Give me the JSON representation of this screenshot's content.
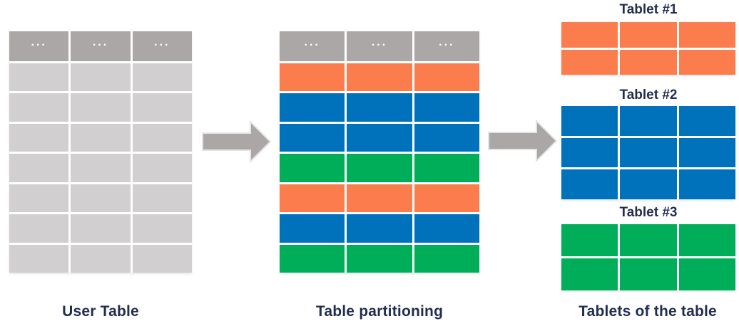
{
  "colors": {
    "background": "#ffffff",
    "header_gray": "#aba7a7",
    "row_gray": "#d1cfd0",
    "orange": "#fb7d4d",
    "blue": "#0072bc",
    "green": "#00ae59",
    "arrow_gray": "#aba7a7",
    "label_navy": "#232d50"
  },
  "user_table": {
    "label": "User Table",
    "header_cells": [
      "...",
      "...",
      "..."
    ],
    "cols": 3,
    "rows": 7,
    "color": "row_gray"
  },
  "partitioned_table": {
    "label": "Table partitioning",
    "header_cells": [
      "...",
      "...",
      "..."
    ],
    "cols": 3,
    "row_colors": [
      "orange",
      "blue",
      "blue",
      "green",
      "orange",
      "blue",
      "green"
    ]
  },
  "tablets": {
    "caption": "Tablets of the table",
    "items": [
      {
        "label": "Tablet #1",
        "color": "orange",
        "rows": 2,
        "cols": 3
      },
      {
        "label": "Tablet #2",
        "color": "blue",
        "rows": 3,
        "cols": 3
      },
      {
        "label": "Tablet #3",
        "color": "green",
        "rows": 2,
        "cols": 3
      }
    ]
  }
}
